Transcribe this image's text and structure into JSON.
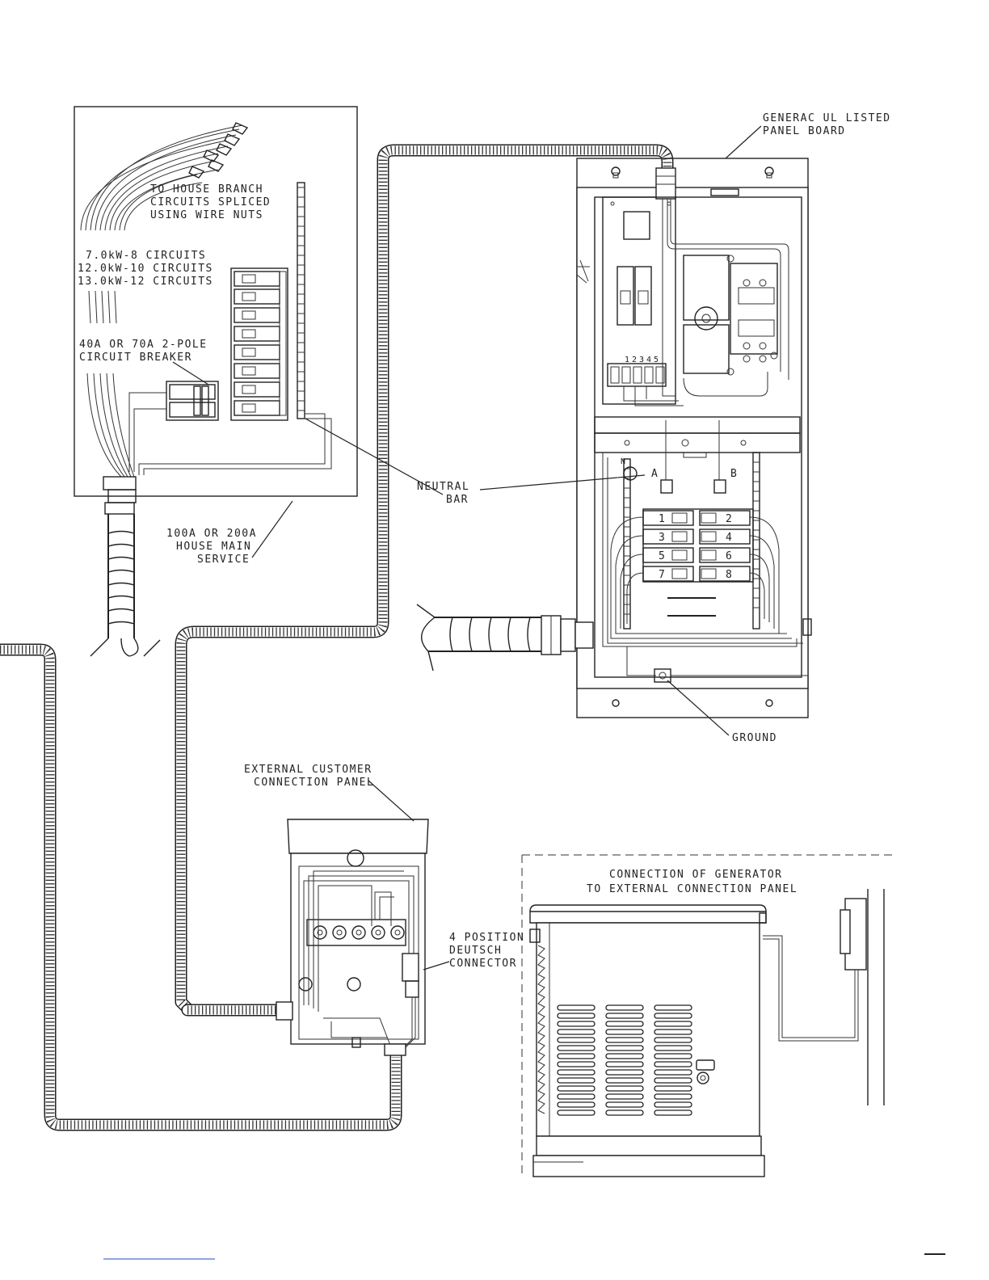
{
  "labels": {
    "panel_board": [
      "GENERAC UL LISTED",
      "PANEL BOARD"
    ],
    "house_branch": [
      "TO HOUSE BRANCH",
      "CIRCUITS SPLICED",
      "USING WIRE NUTS"
    ],
    "circuits": [
      "7.0kW-8 CIRCUITS",
      "12.0kW-10 CIRCUITS",
      "13.0kW-12 CIRCUITS"
    ],
    "breaker": [
      "40A OR 70A 2-POLE",
      "CIRCUIT BREAKER"
    ],
    "neutral_bar": [
      "NEUTRAL",
      "BAR"
    ],
    "main_service": [
      "100A OR 200A",
      "HOUSE MAIN",
      "SERVICE"
    ],
    "ground": "GROUND",
    "customer_panel": [
      "EXTERNAL CUSTOMER",
      "CONNECTION PANEL"
    ],
    "deutsch": [
      "4 POSITION",
      "DEUTSCH",
      "CONNECTOR"
    ],
    "generator_connection": [
      "CONNECTION OF GENERATOR",
      "TO EXTERNAL CONNECTION PANEL"
    ]
  },
  "bus_labels": {
    "a": "A",
    "b": "B",
    "n": "N"
  },
  "terminal_numbers": [
    "1",
    "2",
    "3",
    "4",
    "5"
  ],
  "breaker_positions": [
    "1",
    "2",
    "3",
    "4",
    "5",
    "6",
    "7",
    "8"
  ]
}
